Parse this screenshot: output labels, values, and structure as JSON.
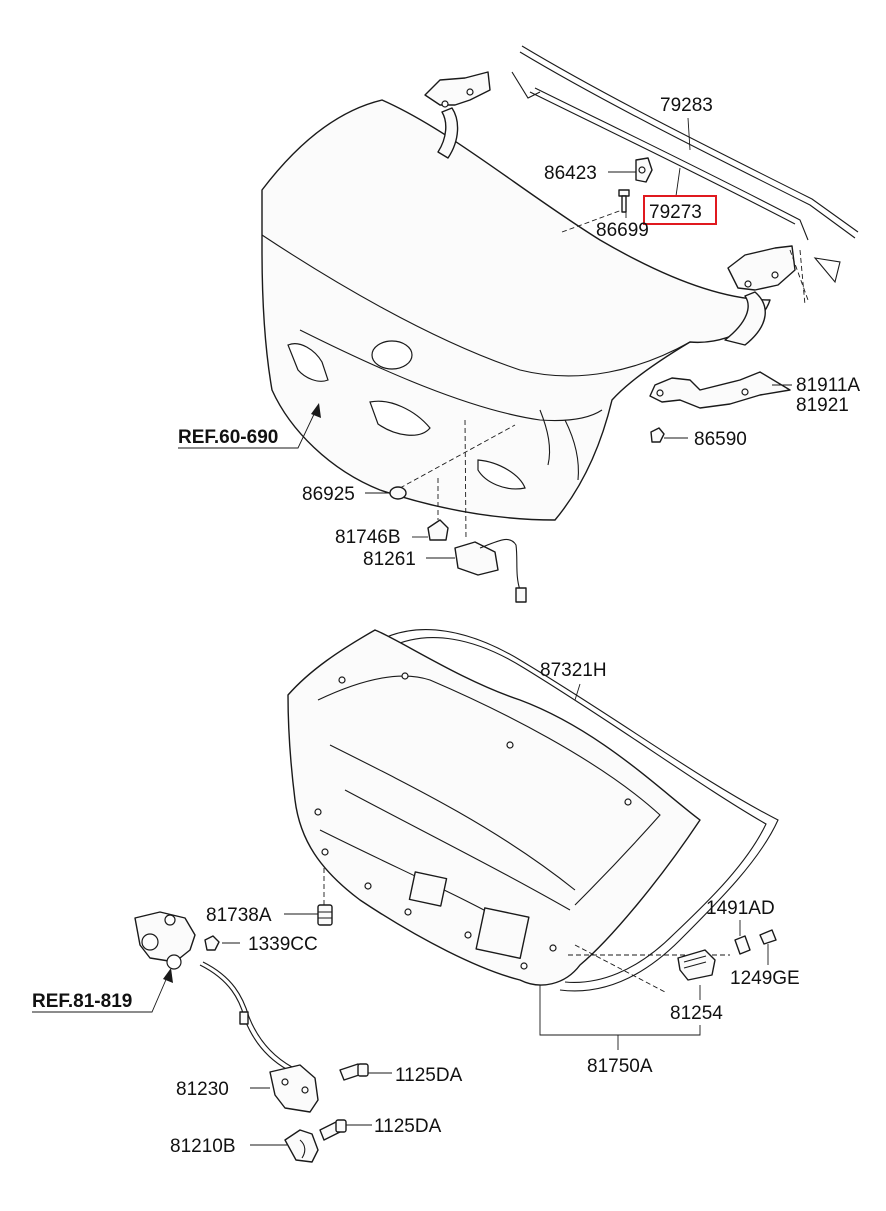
{
  "highlight_color": "#e0191f",
  "labels": {
    "p79283": "79283",
    "p86423": "86423",
    "p79273": "79273",
    "p86699": "86699",
    "p81911A": "81911A",
    "p81921": "81921",
    "p86590": "86590",
    "p86925": "86925",
    "p81746B": "81746B",
    "p81261": "81261",
    "p87321H": "87321H",
    "p81738A": "81738A",
    "p1339CC": "1339CC",
    "p1491AD": "1491AD",
    "p1249GE": "1249GE",
    "p81254": "81254",
    "p81750A": "81750A",
    "p81230": "81230",
    "p1125DA_a": "1125DA",
    "p81210B": "81210B",
    "p1125DA_b": "1125DA"
  },
  "refs": {
    "ref_60_690": "REF.60-690",
    "ref_81_819": "REF.81-819"
  }
}
